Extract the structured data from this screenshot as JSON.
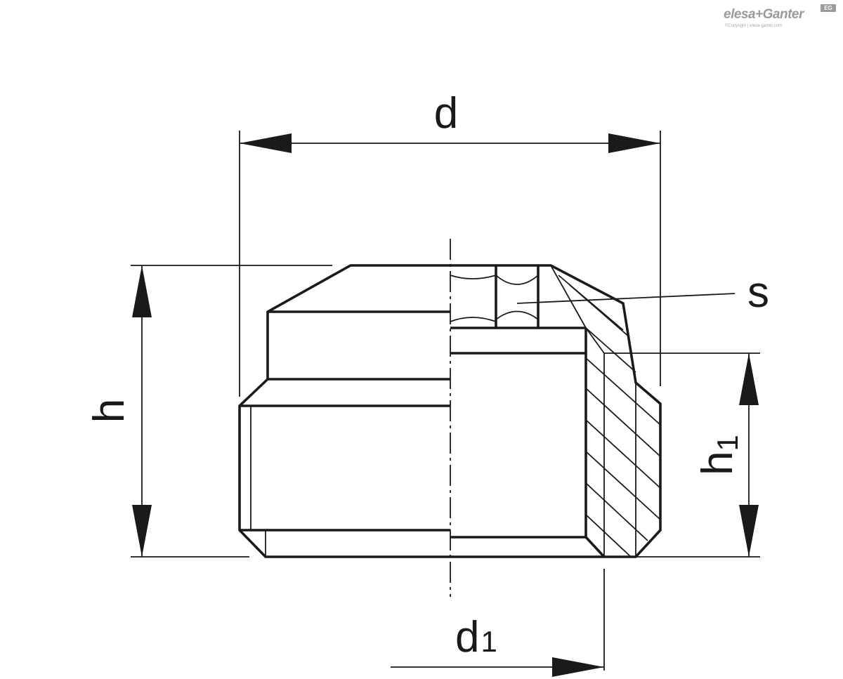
{
  "logo": {
    "brand": "elesa+Ganter",
    "badge": "EG",
    "copyright": "©Copyright | elesa-ganter.com"
  },
  "dimensions": {
    "d": "d",
    "s": "s",
    "h": "h",
    "h1": {
      "base": "h",
      "sub": "1"
    },
    "d1": {
      "base": "d",
      "sub": "1"
    }
  }
}
